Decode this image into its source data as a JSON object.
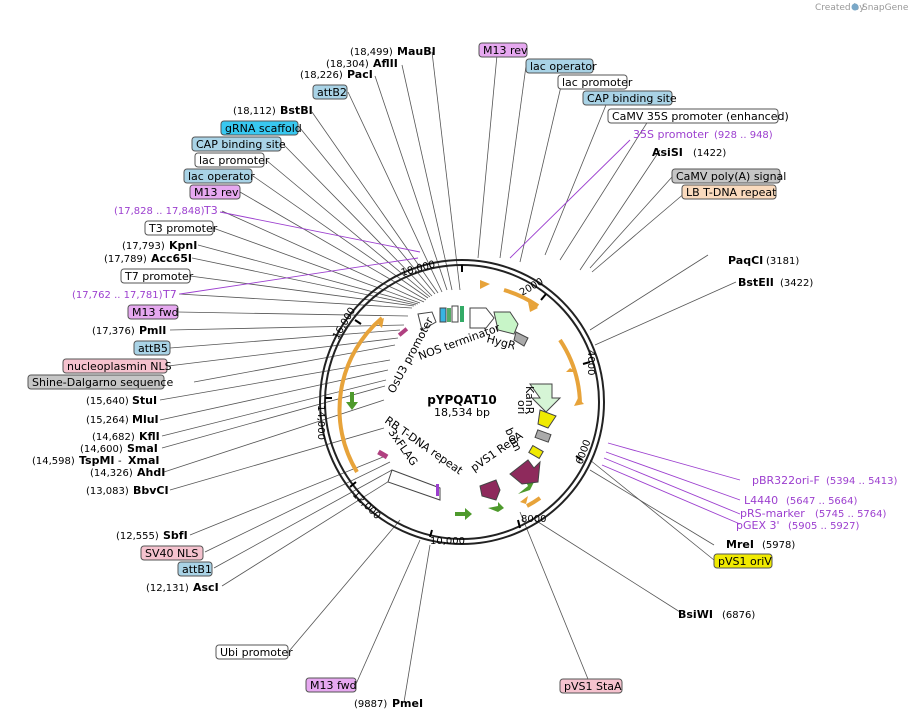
{
  "credit": {
    "created_by": "Created by",
    "brand": "SnapGene"
  },
  "plasmid": {
    "name": "pYPQAT10",
    "length": "18,534 bp"
  },
  "ticks": [
    "2000",
    "4000",
    "6000",
    "8000",
    "10,000",
    "12,000",
    "14,000",
    "16,000",
    "18,000"
  ],
  "features_inner": [
    "HygR",
    "NOS terminator",
    "OsU3 promoter",
    "KanR",
    "ori",
    "bom",
    "pVS1 RepA",
    "RB T-DNA repeat",
    "3xFLAG"
  ],
  "enzymes": {
    "MauBI": {
      "name": "MauBI",
      "pos": "(18,499)"
    },
    "AflII": {
      "name": "AflII",
      "pos": "(18,304)"
    },
    "PacI": {
      "name": "PacI",
      "pos": "(18,226)"
    },
    "BstBI": {
      "name": "BstBI",
      "pos": "(18,112)"
    },
    "KpnI": {
      "name": "KpnI",
      "pos": "(17,793)"
    },
    "Acc65I": {
      "name": "Acc65I",
      "pos": "(17,789)"
    },
    "PmlI": {
      "name": "PmlI",
      "pos": "(17,376)"
    },
    "StuI": {
      "name": "StuI",
      "pos": "(15,640)"
    },
    "MluI": {
      "name": "MluI",
      "pos": "(15,264)"
    },
    "KflI": {
      "name": "KflI",
      "pos": "(14,682)"
    },
    "SmaI": {
      "name": "SmaI",
      "pos": "(14,600)"
    },
    "TspMI": {
      "name": "TspMI",
      "pos": "(14,598)"
    },
    "XmaI": {
      "name": "XmaI",
      "pos": "- "
    },
    "AhdI": {
      "name": "AhdI",
      "pos": "(14,326)"
    },
    "BbvCI": {
      "name": "BbvCI",
      "pos": "(13,083)"
    },
    "SbfI": {
      "name": "SbfI",
      "pos": "(12,555)"
    },
    "AscI": {
      "name": "AscI",
      "pos": "(12,131)"
    },
    "PmeI": {
      "name": "PmeI",
      "pos": "(9887)"
    },
    "AsiSI": {
      "name": "AsiSI",
      "pos": "(1422)"
    },
    "PaqCI": {
      "name": "PaqCI",
      "pos": "(3181)"
    },
    "BstEII": {
      "name": "BstEII",
      "pos": "(3422)"
    },
    "MreI": {
      "name": "MreI",
      "pos": "(5978)"
    },
    "BsiWI": {
      "name": "BsiWI",
      "pos": "(6876)"
    }
  },
  "boxes": {
    "M13rev_top": "M13 rev",
    "lac_operator_r": "lac operator",
    "lac_promoter_r": "lac promoter",
    "CAP_r": "CAP binding site",
    "CaMV35S": "CaMV 35S promoter (enhanced)",
    "CaMVpolyA": "CaMV poly(A) signal",
    "LB": "LB T-DNA repeat",
    "attB2": "attB2",
    "gRNA": "gRNA scaffold",
    "CAP_l": "CAP binding site",
    "lac_promoter_l": "lac promoter",
    "lac_operator_l": "lac operator",
    "M13rev_l": "M13 rev",
    "T3prom": "T3 promoter",
    "T7prom": "T7 promoter",
    "M13fwd_l": "M13 fwd",
    "attB5": "attB5",
    "NLS": "nucleoplasmin NLS",
    "SD": "Shine-Dalgarno sequence",
    "SV40": "SV40 NLS",
    "attB1": "attB1",
    "Ubi": "Ubi promoter",
    "M13fwd_b": "M13 fwd",
    "pVS1StaA": "pVS1 StaA",
    "pVS1oriV": "pVS1 oriV"
  },
  "primers": {
    "p35S": {
      "name": "35S promoter",
      "pos": "(928 .. 948)"
    },
    "T3": {
      "name": "T3",
      "pos": "(17,828 .. 17,848)"
    },
    "T7": {
      "name": "T7",
      "pos": "(17,762 .. 17,781)"
    },
    "pBR": {
      "name": "pBR322ori-F",
      "pos": "(5394 .. 5413)"
    },
    "L4440": {
      "name": "L4440",
      "pos": "(5647 .. 5664)"
    },
    "pRS": {
      "name": "pRS-marker",
      "pos": "(5745 .. 5764)"
    },
    "pGEX": {
      "name": "pGEX 3'",
      "pos": "(5905 .. 5927)"
    }
  },
  "colors": {
    "purple": "#9c3fcf",
    "orange": "#e7a33a",
    "green": "#4e9a2c",
    "maroon": "#8e2a5c"
  }
}
